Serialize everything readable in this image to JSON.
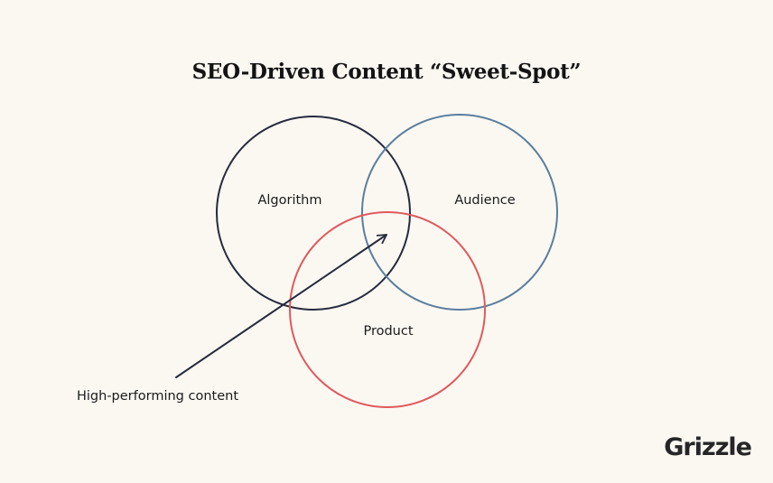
{
  "title": "SEO-Driven Content “Sweet-Spot”",
  "diagram": {
    "circles": [
      {
        "label": "Algorithm",
        "color": "#262a3e"
      },
      {
        "label": "Audience",
        "color": "#5a7f9f"
      },
      {
        "label": "Product",
        "color": "#e0595c"
      }
    ],
    "arrow_label": "High-performing content",
    "arrow_color": "#262a3e"
  },
  "brand": "Grizzle"
}
